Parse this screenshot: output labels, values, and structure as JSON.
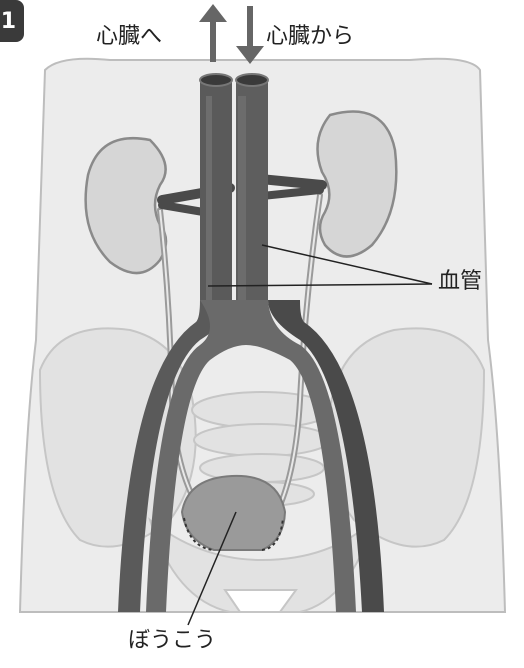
{
  "figure": {
    "badge": "1",
    "labels": {
      "to_heart": "心臓へ",
      "from_heart": "心臓から",
      "blood_vessel": "血管",
      "bladder": "ぼうこう"
    },
    "colors": {
      "vessel_dark": "#4a4a4a",
      "vessel_light": "#8c8c8c",
      "organ_fill": "#d6d6d6",
      "body_fill": "#ececec",
      "bone_fill": "#e2e2e2",
      "bladder_fill": "#9a9a9a"
    }
  }
}
